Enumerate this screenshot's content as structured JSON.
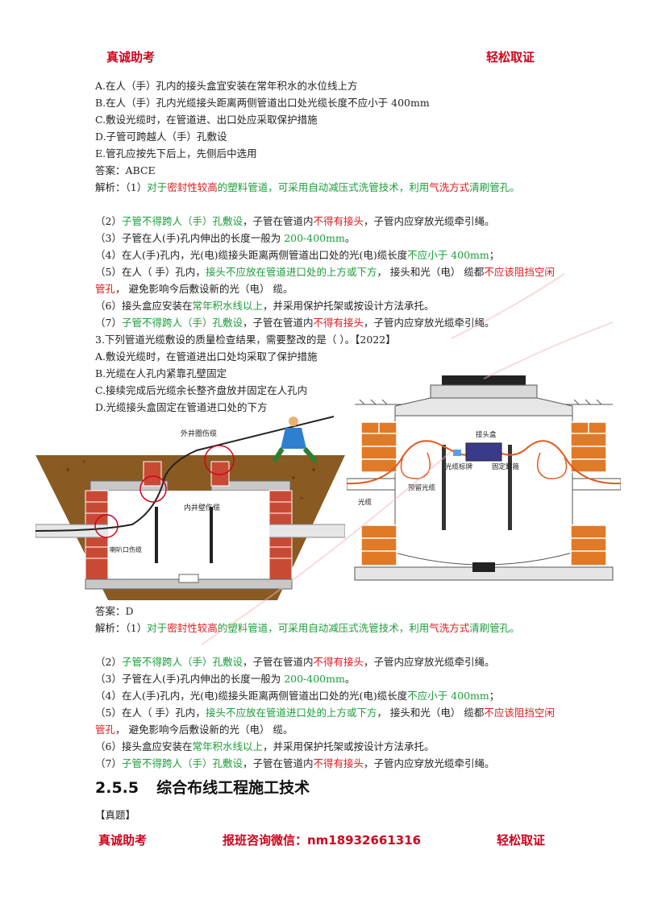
{
  "header": {
    "left": "真诚助考",
    "right": "轻松取证"
  },
  "q2": {
    "options": [
      "A.在人（手）孔内的接头盒宜安装在常年积水的水位线上方",
      "B.在人（手）孔内光缆接头距离两侧管道出口处光缆长度不应小于 400mm",
      "C.敷设光缆时，在管道进、出口处应采取保护措施",
      "D.子管可跨越人（手）孔敷设",
      "E.管孔应按先下后上，先侧后中选用"
    ],
    "answer": "答案：ABCE"
  },
  "analysis": {
    "intro": "解析：",
    "p1": [
      "（1）",
      "对于",
      "密封性较高",
      "的塑料管道，可采用自动减压式洗管技术，利用",
      "气洗方式",
      "清刷管孔。"
    ],
    "p2": [
      "（2）",
      "子管不得跨人（手）孔敷设",
      "，子管在管道内",
      "不得有接头",
      "，子管内应穿放光缆牵引绳。"
    ],
    "p3": [
      "（3）子管在人(手)孔内伸出的长度一般为 ",
      "200-400mm",
      "。"
    ],
    "p4": [
      "（4）在人(手)孔内，光(电)缆接头距离两侧管道出口处的光(电)缆长度",
      "不应小于 400mm",
      "；"
    ],
    "p5": [
      "（5）在人（ 手）孔内，",
      "接头不应放在管道进口处的上方或下方",
      "， 接头和光（电） 缆都",
      "不应该阻挡空闲管孔",
      "， 避免影响今后敷设新的光（电） 缆。"
    ],
    "p6": [
      "（6）接头盒应安装在",
      "常年积水线以上",
      "，并采用保护托架或按设计方法承托。"
    ],
    "p7": [
      "（7）",
      "子管不得跨人（手）孔敷设",
      "，子管在管道内",
      "不得有接头",
      "，子管内应穿放光缆牵引绳。"
    ]
  },
  "q3": {
    "stem": "3.下列管道光缆敷设的质量检查结果，需要整改的是（      ）。【2022】",
    "options": [
      "A.敷设光缆时，在管道进出口处均采取了保护措施",
      "B.光缆在人孔内紧靠孔壁固定",
      "C.接续完成后光缆余长整齐盘放并固定在人孔内",
      "D.光缆接头盒固定在管道进口处的下方"
    ],
    "answer": "答案：D"
  },
  "figure_left": {
    "labels": [
      "外井圈伤缆",
      "内井壁伤缆",
      "喇叭口伤缆"
    ]
  },
  "figure_right": {
    "labels": [
      "接头盒",
      "光缆标牌",
      "固定卸箍",
      "预留光缆",
      "光缆"
    ]
  },
  "section": {
    "num": "2.5.5",
    "title": "综合布线工程施工技术"
  },
  "zhenti": "【真题】",
  "footer": {
    "left": "真诚助考",
    "center": "报班咨询微信：nm18932661316",
    "right": "轻松取证"
  },
  "colors": {
    "red": "#e0191e",
    "green": "#1a9e3a",
    "brick": "#c94a34",
    "soil": "#8a5a23"
  }
}
